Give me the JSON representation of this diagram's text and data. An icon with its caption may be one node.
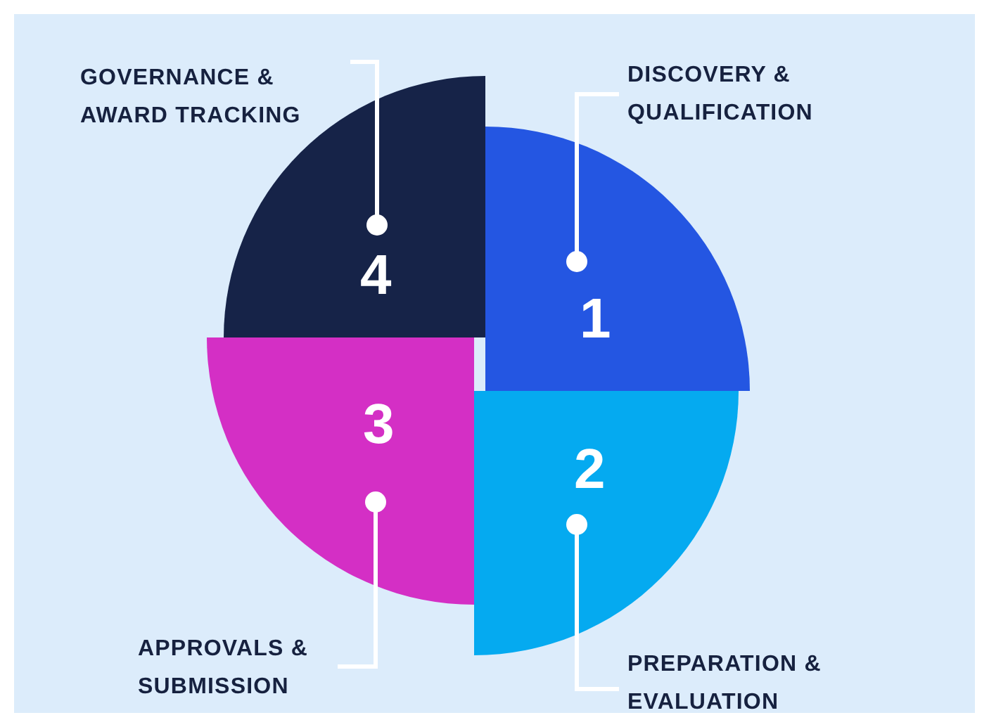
{
  "diagram": {
    "nodes": [
      {
        "text": [
          "DISCOVERY & QUALIFICATION"
        ]
      },
      {
        "text": [
          "1"
        ]
      },
      {
        "text": [
          "PREPARATION & EVALUATION"
        ]
      },
      {
        "text": [
          "2"
        ]
      },
      {
        "text": [
          "APPROVALS & SUBMISSION"
        ]
      },
      {
        "text": [
          "3"
        ]
      },
      {
        "text": [
          "GOVERNANCE & AWARD TRACKING"
        ]
      },
      {
        "text": [
          "4"
        ]
      }
    ],
    "edges": [
      {
        "from": 0,
        "to": 1,
        "arrow": "other"
      },
      {
        "from": 2,
        "to": 3,
        "arrow": "other"
      },
      {
        "from": 4,
        "to": 5,
        "arrow": "other"
      },
      {
        "from": 6,
        "to": 7,
        "arrow": "other"
      }
    ]
  }
}
